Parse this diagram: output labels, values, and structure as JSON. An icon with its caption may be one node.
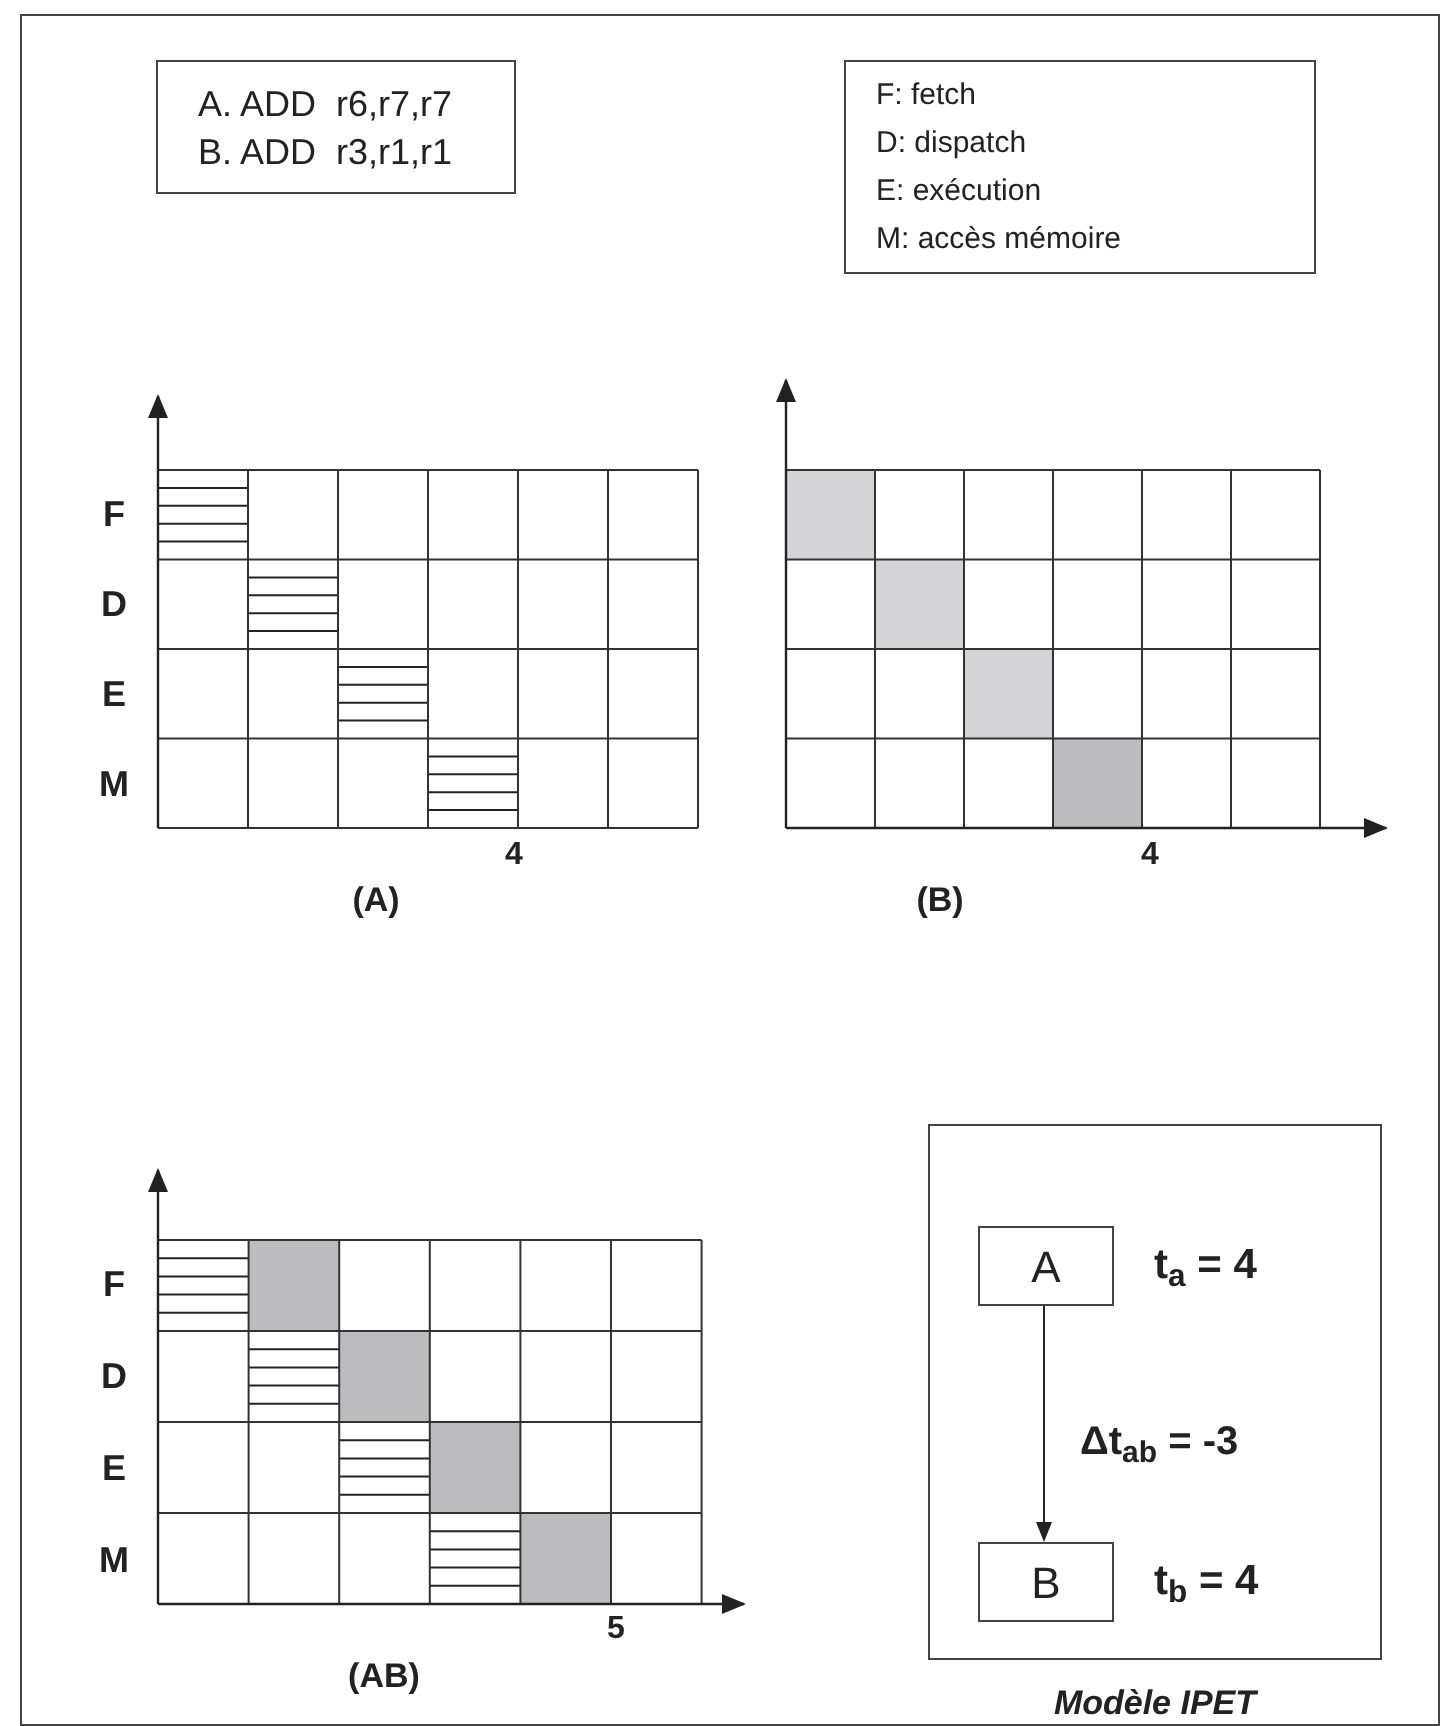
{
  "diagram": {
    "nodes": [
      {
        "text": [
          "A. ADD  r6,r7,r7",
          "B. ADD  r3,r1,r1"
        ]
      },
      {
        "text": [
          "F: fetch",
          "D: dispatch",
          "E: exécution",
          "M: accès mémoire"
        ]
      },
      {
        "text": [
          "Modèle IPET"
        ]
      },
      {
        "text": [
          "A"
        ],
        "in": 2,
        "beside": [
          "t$_{a}$ = 4"
        ]
      },
      {
        "text": [
          "B"
        ],
        "in": 2,
        "beside": [
          "t$_{b}$ = 4"
        ]
      }
    ],
    "edges": [
      {
        "from": 3,
        "to": 4,
        "arrow": "to",
        "label": "Δt$_{ab}$ = -3"
      }
    ],
    "labels": [
      "F",
      "D",
      "E",
      "M",
      "4",
      "4",
      "(A)",
      "(B)",
      "F",
      "D",
      "E",
      "M",
      "5",
      "(AB)"
    ]
  }
}
